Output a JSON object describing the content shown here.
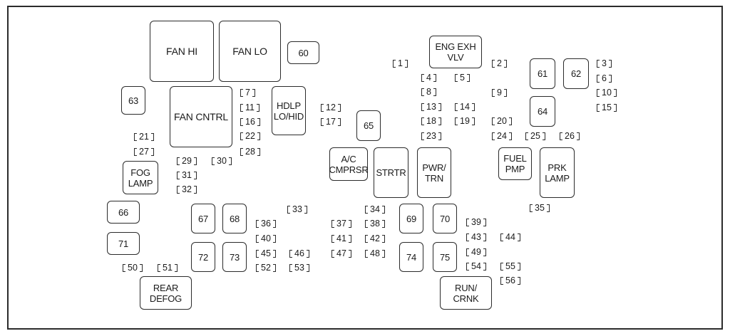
{
  "relays": {
    "fan_hi": "FAN HI",
    "fan_lo": "FAN LO",
    "r60": "60",
    "eng_exh_vlv": "ENG EXH\nVLV",
    "r61": "61",
    "r62": "62",
    "r63": "63",
    "fan_cntrl": "FAN CNTRL",
    "hdlp_lo_hid": "HDLP\nLO/HID",
    "r64": "64",
    "r65": "65",
    "ac_cmprsr": "A/C\nCMPRSR",
    "strtr": "STRTR",
    "pwr_trn": "PWR/\nTRN",
    "fuel_pmp": "FUEL\nPMP",
    "prk_lamp": "PRK\nLAMP",
    "fog_lamp": "FOG\nLAMP",
    "r66": "66",
    "r67": "67",
    "r68": "68",
    "r69": "69",
    "r70": "70",
    "r71": "71",
    "r72": "72",
    "r73": "73",
    "r74": "74",
    "r75": "75",
    "rear_defog": "REAR\nDEFOG",
    "run_crnk": "RUN/\nCRNK"
  },
  "fuses": {
    "f1": "1",
    "f2": "2",
    "f3": "3",
    "f4": "4",
    "f5": "5",
    "f6": "6",
    "f7": "7",
    "f8": "8",
    "f9": "9",
    "f10": "10",
    "f11": "11",
    "f12": "12",
    "f13": "13",
    "f14": "14",
    "f15": "15",
    "f16": "16",
    "f17": "17",
    "f18": "18",
    "f19": "19",
    "f20": "20",
    "f21": "21",
    "f22": "22",
    "f23": "23",
    "f24": "24",
    "f25": "25",
    "f26": "26",
    "f27": "27",
    "f28": "28",
    "f29": "29",
    "f30": "30",
    "f31": "31",
    "f32": "32",
    "f33": "33",
    "f34": "34",
    "f35": "35",
    "f36": "36",
    "f37": "37",
    "f38": "38",
    "f39": "39",
    "f40": "40",
    "f41": "41",
    "f42": "42",
    "f43": "43",
    "f44": "44",
    "f45": "45",
    "f46": "46",
    "f47": "47",
    "f48": "48",
    "f49": "49",
    "f50": "50",
    "f51": "51",
    "f52": "52",
    "f53": "53",
    "f54": "54",
    "f55": "55",
    "f56": "56"
  }
}
